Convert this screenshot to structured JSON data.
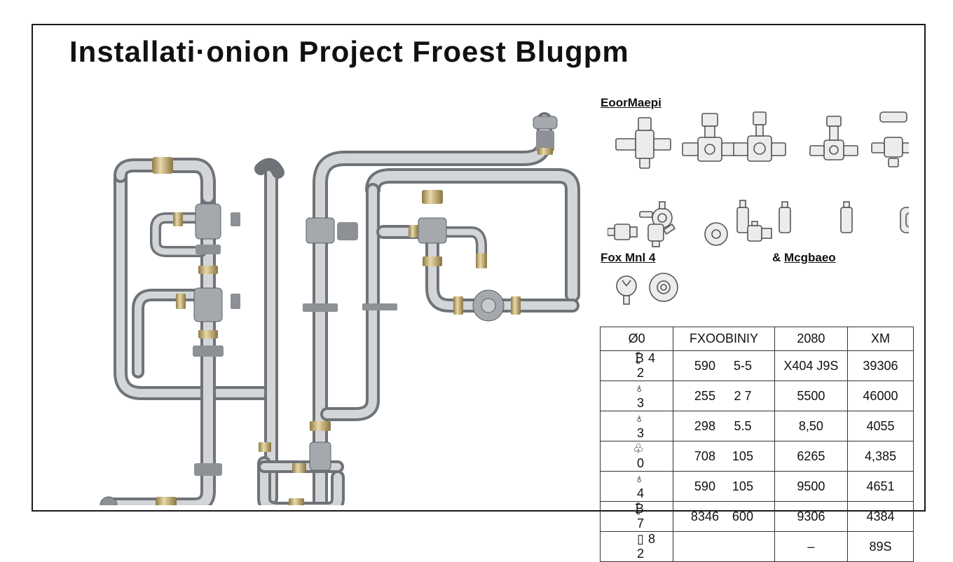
{
  "title": "Installati·onion Project Froest Blugpm",
  "legend": {
    "section1_label": "EoorMaepi",
    "section2_label": "Fox Mnl 4",
    "section3_label": "Mcgbaeo",
    "section3_prefix": "&"
  },
  "table": {
    "headers": [
      "Ø0",
      "FXOOBINIY",
      "2080",
      "XM"
    ],
    "rows": [
      {
        "icon": "₿",
        "c1": "4",
        "c1b": "2",
        "c2a": "590",
        "c2b": "5-5",
        "c3": "X404 J9S",
        "c4": "39306"
      },
      {
        "icon": "♁",
        "c1": "",
        "c1b": "3",
        "c2a": "255",
        "c2b": "2 7",
        "c3": "5500",
        "c4": "46000"
      },
      {
        "icon": "♁",
        "c1": "",
        "c1b": "3",
        "c2a": "298",
        "c2b": "5.5",
        "c3": "8,50",
        "c4": "4055"
      },
      {
        "icon": "♧",
        "c1": "",
        "c1b": "0",
        "c2a": "708",
        "c2b": "105",
        "c3": "6265",
        "c4": "4,385"
      },
      {
        "icon": "♁",
        "c1": "",
        "c1b": "4",
        "c2a": "590",
        "c2b": "105",
        "c3": "9500",
        "c4": "4651"
      },
      {
        "icon": "₿",
        "c1": "",
        "c1b": "7",
        "c2a": "8346",
        "c2b": "600",
        "c3": "9306",
        "c4": "4384"
      },
      {
        "icon": "▯",
        "c1": "8",
        "c1b": "2",
        "c2a": "",
        "c2b": "",
        "c3": "–",
        "c4": "89S"
      }
    ]
  },
  "colors": {
    "pipe": "#b9bcc0",
    "pipe_dark": "#7d8186",
    "brass": "#c2a86a",
    "frame": "#1a1a1a"
  }
}
